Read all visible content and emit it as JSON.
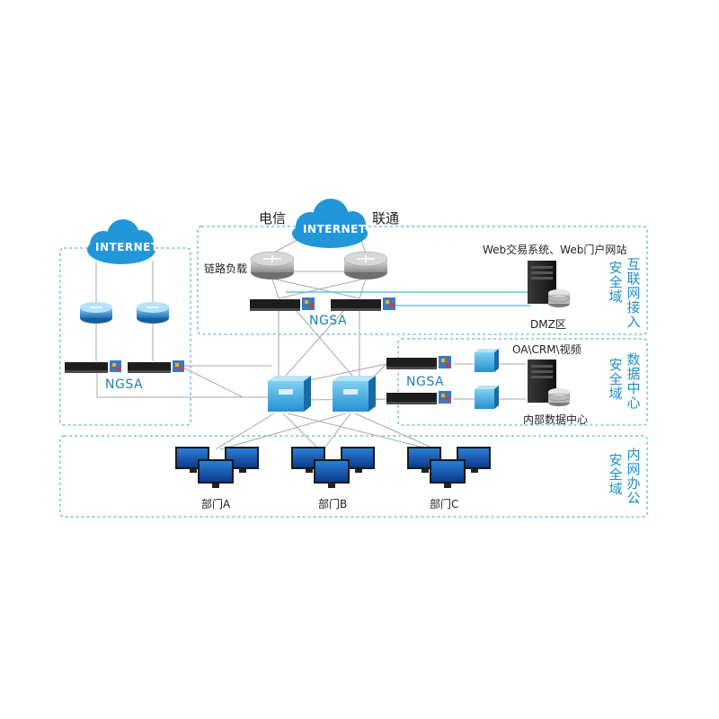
{
  "clouds": {
    "left": "INTERNET",
    "top": "INTERNET"
  },
  "isp": {
    "telecom": "电信",
    "unicom": "联通"
  },
  "labels": {
    "link_lb": "链路负载",
    "web_systems": "Web交易系统、Web门户网站",
    "dmz": "DMZ区",
    "oa_crm": "OA\\CRM\\视频",
    "internal_dc": "内部数据中心",
    "dept_a": "部门A",
    "dept_b": "部门B",
    "dept_c": "部门C"
  },
  "ngsa": {
    "left": "NGSA",
    "top": "NGSA",
    "dc": "NGSA"
  },
  "zones": {
    "internet_access": {
      "line1": "互联网接入",
      "line2": "安全域"
    },
    "data_center": {
      "line1": "数据中心",
      "line2": "安全域"
    },
    "office": {
      "line1": "内网办公",
      "line2": "安全域"
    }
  },
  "colors": {
    "zone_border": "#56b7d8",
    "zone_text": "#1e8fc7",
    "cloud": "#2196d8",
    "line": "#a9a9a9",
    "highlight_line": "#4fb3e0"
  }
}
